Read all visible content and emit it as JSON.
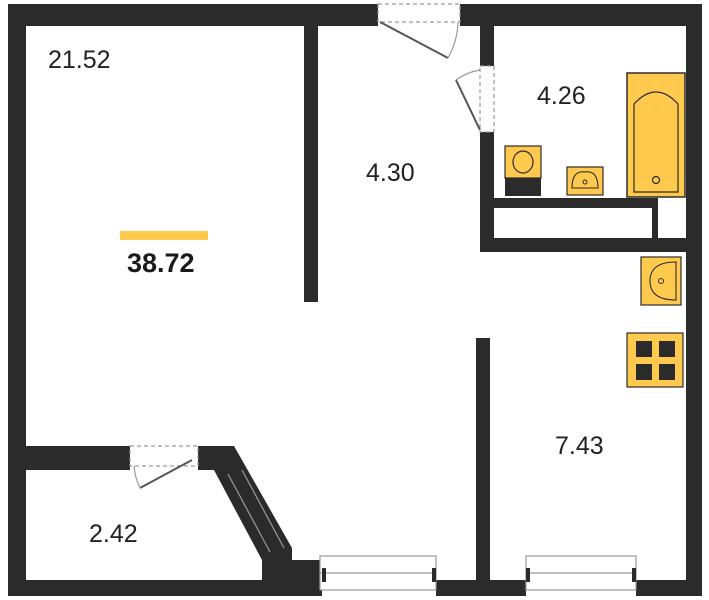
{
  "plan": {
    "total_area": "38.72",
    "rooms": [
      {
        "id": "living",
        "area": "21.52"
      },
      {
        "id": "hall",
        "area": "4.30"
      },
      {
        "id": "bathroom",
        "area": "4.26"
      },
      {
        "id": "kitchen",
        "area": "7.43"
      },
      {
        "id": "loggia",
        "area": "2.42"
      }
    ]
  },
  "colors": {
    "wall": "#2b2b2b",
    "fixture": "#ffc94d",
    "accent_bar": "#ffc94d",
    "floor": "#ffffff",
    "window": "#9a9a9a"
  }
}
